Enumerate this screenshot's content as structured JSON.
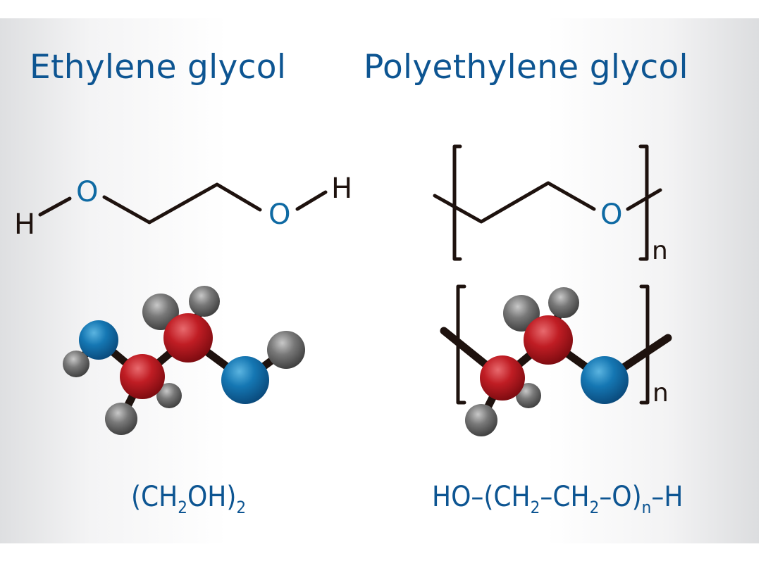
{
  "titles": {
    "left": "Ethylene glycol",
    "right": "Polyethylene glycol"
  },
  "structures": {
    "ethylene_glycol_2d": {
      "atoms": [
        "H",
        "O",
        "O",
        "H"
      ],
      "h_left": "H",
      "o_left": "O",
      "o_right": "O",
      "h_right": "H"
    },
    "polyethylene_glycol_2d": {
      "o": "O",
      "repeat_subscript": "n"
    },
    "polyethylene_glycol_3d": {
      "repeat_subscript": "n"
    }
  },
  "formulas": {
    "left": {
      "parts": [
        "(CH",
        "2",
        "OH)",
        "2"
      ]
    },
    "right": {
      "parts": [
        "HO–(CH",
        "2",
        "–CH",
        "2",
        "–O)",
        "n",
        "–H"
      ]
    }
  },
  "colors": {
    "title_blue": "#0d5592",
    "oxygen_blue": "#0f6aa3",
    "carbon_red": "#b3141c",
    "hydrogen_gray": "#6e6e6e",
    "bond_black": "#1e120e"
  }
}
